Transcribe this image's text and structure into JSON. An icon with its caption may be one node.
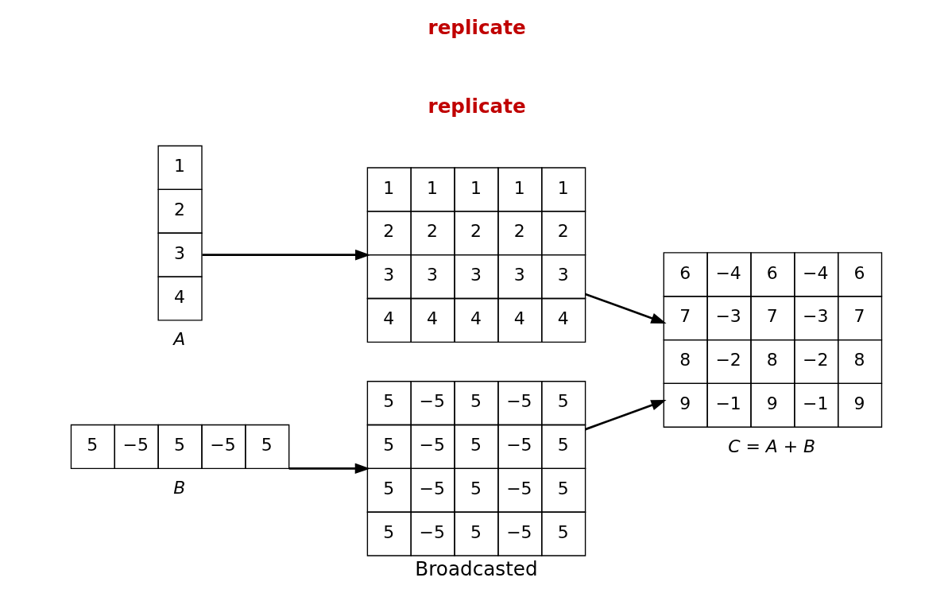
{
  "diagram": {
    "caption": "Broadcasted",
    "nodes": [
      {
        "text": [
          "1",
          "2",
          "3",
          "4"
        ],
        "beside": [
          "A"
        ]
      },
      {
        "text": [
          "1",
          "1",
          "1",
          "1",
          "1",
          "2",
          "2",
          "2",
          "2",
          "2",
          "3",
          "3",
          "3",
          "3",
          "3",
          "4",
          "4",
          "4",
          "4",
          "4"
        ]
      },
      {
        "text": [
          "6",
          "−4",
          "6",
          "−4",
          "6",
          "7",
          "−3",
          "7",
          "−3",
          "7",
          "8",
          "−2",
          "8",
          "−2",
          "8",
          "9",
          "−1",
          "9",
          "−1",
          "9"
        ],
        "beside": [
          "C = A + B"
        ]
      },
      {
        "text": [
          "5",
          "−5",
          "5",
          "−5",
          "5"
        ],
        "beside": [
          "B"
        ]
      },
      {
        "text": [
          "5",
          "−5",
          "5",
          "−5",
          "5",
          "5",
          "−5",
          "5",
          "−5",
          "5",
          "5",
          "−5",
          "5",
          "−5",
          "5",
          "5",
          "−5",
          "5",
          "−5",
          "5"
        ]
      }
    ],
    "edges": [
      {
        "from": 0,
        "to": 1,
        "arrow": "to"
      },
      {
        "from": 3,
        "to": 4,
        "arrow": "to"
      },
      {
        "from": 1,
        "to": 2,
        "arrow": "to"
      },
      {
        "from": 4,
        "to": 2,
        "arrow": "to"
      }
    ],
    "labels": [
      "replicate",
      "replicate"
    ]
  }
}
